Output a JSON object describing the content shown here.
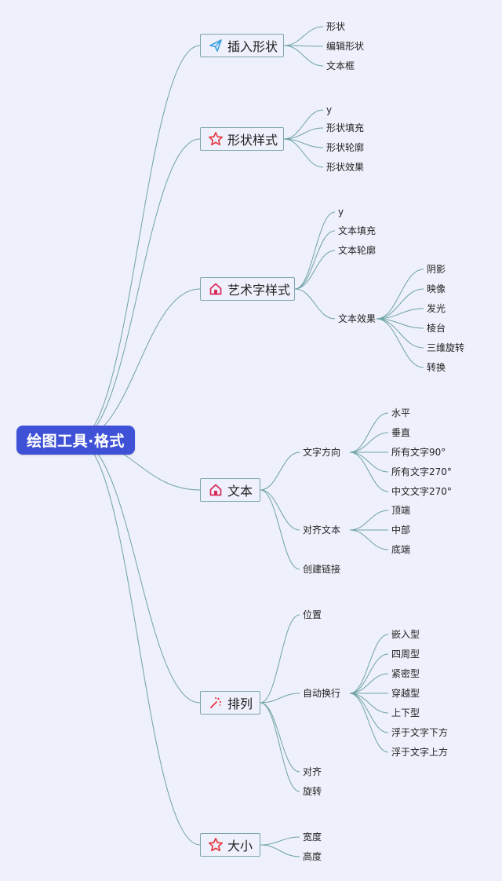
{
  "root": {
    "label": "绘图工具·格式"
  },
  "branches": [
    {
      "label": "插入形状",
      "icon": "paper-plane-icon",
      "icon_color": "#3aa0e0",
      "children": [
        {
          "label": "形状"
        },
        {
          "label": "编辑形状"
        },
        {
          "label": "文本框"
        }
      ]
    },
    {
      "label": "形状样式",
      "icon": "star-icon",
      "icon_color": "#e8323c",
      "children": [
        {
          "label": "y"
        },
        {
          "label": "形状填充"
        },
        {
          "label": "形状轮廓"
        },
        {
          "label": "形状效果"
        }
      ]
    },
    {
      "label": "艺术字样式",
      "icon": "house-icon",
      "icon_color": "#d8285a",
      "children": [
        {
          "label": "y"
        },
        {
          "label": "文本填充"
        },
        {
          "label": "文本轮廓"
        },
        {
          "label": "文本效果",
          "children": [
            {
              "label": "阴影"
            },
            {
              "label": "映像"
            },
            {
              "label": "发光"
            },
            {
              "label": "棱台"
            },
            {
              "label": "三维旋转"
            },
            {
              "label": "转换"
            }
          ]
        }
      ]
    },
    {
      "label": "文本",
      "icon": "house-icon",
      "icon_color": "#d8285a",
      "children": [
        {
          "label": "文字方向",
          "children": [
            {
              "label": "水平"
            },
            {
              "label": "垂直"
            },
            {
              "label": "所有文字90°"
            },
            {
              "label": "所有文字270°"
            },
            {
              "label": "中文文字270°"
            }
          ]
        },
        {
          "label": "对齐文本",
          "children": [
            {
              "label": "顶端"
            },
            {
              "label": "中部"
            },
            {
              "label": "底端"
            }
          ]
        },
        {
          "label": "创建链接"
        }
      ]
    },
    {
      "label": "排列",
      "icon": "magic-wand-icon",
      "icon_color": "#e8323c",
      "children": [
        {
          "label": "位置"
        },
        {
          "label": "自动换行",
          "children": [
            {
              "label": "嵌入型"
            },
            {
              "label": "四周型"
            },
            {
              "label": "紧密型"
            },
            {
              "label": "穿越型"
            },
            {
              "label": "上下型"
            },
            {
              "label": "浮于文字下方"
            },
            {
              "label": "浮于文字上方"
            }
          ]
        },
        {
          "label": "对齐"
        },
        {
          "label": "旋转"
        }
      ]
    },
    {
      "label": "大小",
      "icon": "star-icon",
      "icon_color": "#e8323c",
      "children": [
        {
          "label": "宽度"
        },
        {
          "label": "高度"
        }
      ]
    }
  ],
  "colors": {
    "root_bg": "#3f51d6",
    "line": "#6fa3a8",
    "main_border": "#7fa6ad"
  }
}
